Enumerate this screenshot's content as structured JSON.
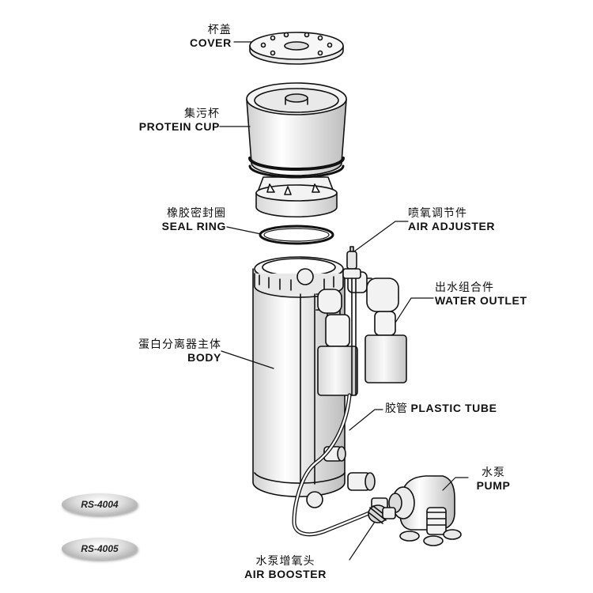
{
  "labels": {
    "cover": {
      "cn": "杯盖",
      "en": "COVER"
    },
    "protein_cup": {
      "cn": "集污杯",
      "en": "PROTEIN CUP"
    },
    "seal_ring": {
      "cn": "橡胶密封圈",
      "en": "SEAL RING"
    },
    "air_adjuster": {
      "cn": "喷氧调节件",
      "en": "AIR ADJUSTER"
    },
    "water_outlet": {
      "cn": "出水组合件",
      "en": "WATER OUTLET"
    },
    "body": {
      "cn": "蛋白分离器主体",
      "en": "BODY"
    },
    "plastic_tube": {
      "cn": "胶管",
      "en": "PLASTIC TUBE"
    },
    "pump": {
      "cn": "水泵",
      "en": "PUMP"
    },
    "air_booster": {
      "cn": "水泵增氧头",
      "en": "AIR BOOSTER"
    }
  },
  "models": [
    "RS-4004",
    "RS-4005"
  ],
  "colors": {
    "line": "#111111",
    "fill": "#f7f7f7",
    "shade": "#dcdcdc"
  }
}
